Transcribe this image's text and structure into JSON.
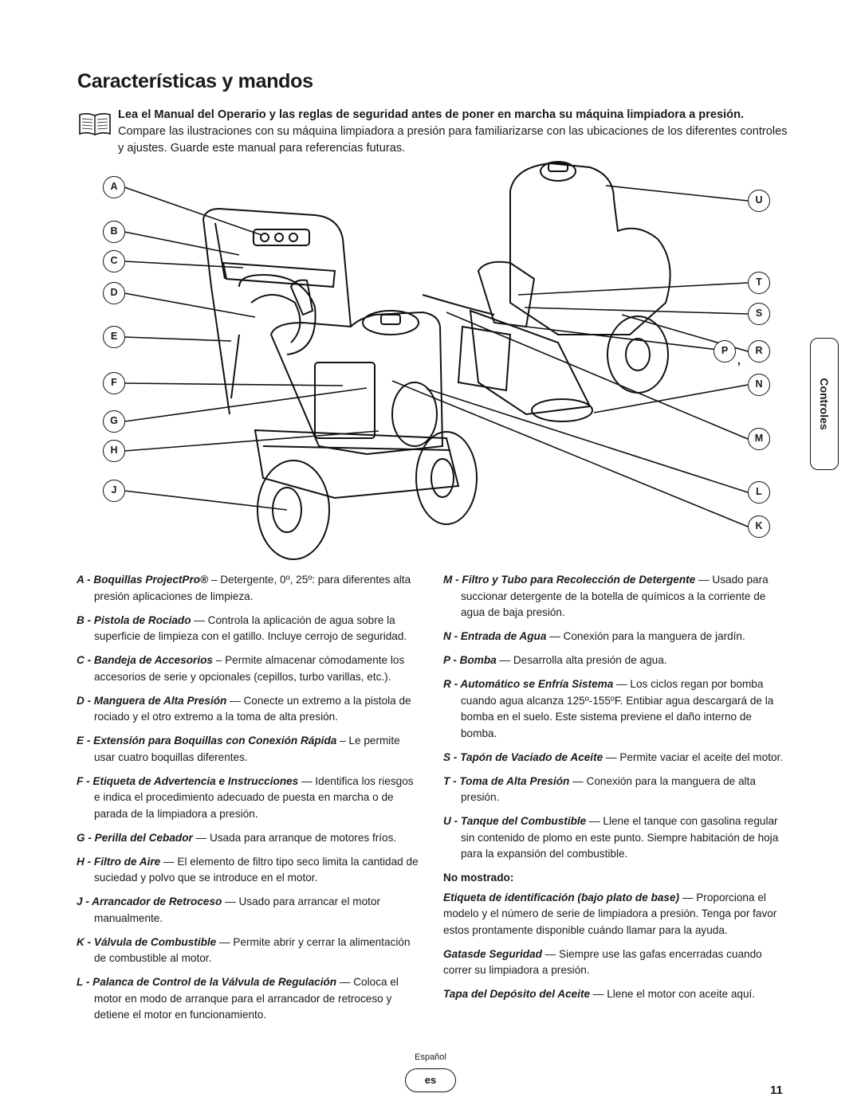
{
  "page": {
    "title": "Características y mandos",
    "intro_bold": "Lea el Manual del Operario y las reglas de seguridad antes de poner en marcha su máquina limpiadora a presión.",
    "intro_text": " Compare las ilustraciones con su máquina limpiadora a presión para familiarizarse con las ubicaciones de los diferentes controles y ajustes. Guarde este manual para referencias futuras.",
    "side_tab": "Controles"
  },
  "callouts": {
    "left": [
      "A",
      "B",
      "C",
      "D",
      "E",
      "F",
      "G",
      "H",
      "J"
    ],
    "right": [
      "U",
      "T",
      "S",
      "P",
      "R",
      "N",
      "M",
      "L",
      "K"
    ],
    "pr_separator": ","
  },
  "descriptions_left": [
    {
      "term": "A - Boquillas ProjectPro®",
      "text": " – Detergente, 0º, 25º: para diferentes alta presión aplicaciones de limpieza."
    },
    {
      "term": "B - Pistola de Rociado",
      "text": " — Controla la aplicación de agua sobre la superficie de limpieza con el gatillo. Incluye cerrojo de seguridad."
    },
    {
      "term": "C - Bandeja de Accesorios",
      "text": " – Permite almacenar cómodamente los accesorios de serie y opcionales (cepillos, turbo varillas, etc.)."
    },
    {
      "term": "D - Manguera de Alta Presión",
      "text": " — Conecte un extremo a la pistola de rociado y el otro extremo a la toma de alta presión."
    },
    {
      "term": "E - Extensión para Boquillas con Conexión Rápida",
      "text": " – Le permite usar cuatro boquillas diferentes."
    },
    {
      "term": "F - Etiqueta de Advertencia e Instrucciones",
      "text": " — Identifica los riesgos e indica el procedimiento adecuado de puesta en marcha o de parada de la limpiadora a presión."
    },
    {
      "term": "G - Perilla del Cebador",
      "text": " — Usada para arranque de motores fríos."
    },
    {
      "term": "H - Filtro de Aire",
      "text": " — El elemento de filtro tipo seco limita la cantidad de suciedad y polvo que se introduce en el motor."
    },
    {
      "term": "J - Arrancador de Retroceso",
      "text": " — Usado para arrancar el motor manualmente."
    },
    {
      "term": "K - Válvula de Combustible",
      "text": " — Permite abrir y cerrar la alimentación de combustible al motor."
    },
    {
      "term": "L - Palanca de Control de la Válvula de Regulación",
      "text": " — Coloca el motor en modo de arranque para el arrancador de retroceso y detiene el motor en funcionamiento."
    }
  ],
  "descriptions_right": [
    {
      "term": "M - Filtro y Tubo para Recolección de Detergente",
      "text": " — Usado para succionar detergente de la botella de químicos a la corriente de agua de baja presión."
    },
    {
      "term": "N - Entrada de Agua",
      "text": " — Conexión para la manguera de jardín."
    },
    {
      "term": "P - Bomba",
      "text": " — Desarrolla alta presión de agua."
    },
    {
      "term": "R - Automático se Enfría Sistema",
      "text": " — Los ciclos regan por bomba cuando agua alcanza 125º-155ºF. Entibiar agua descargará de la bomba en el suelo. Este sistema previene el daño interno de bomba."
    },
    {
      "term": "S - Tapón de Vaciado de Aceite",
      "text": " — Permite vaciar el aceite del motor."
    },
    {
      "term": "T - Toma de Alta Presión",
      "text": " — Conexión para la manguera de alta presión."
    },
    {
      "term": "U - Tanque del Combustible",
      "text": " — Llene el tanque con gasolina regular sin contenido de plomo en este punto. Siempre habitación de hoja para la expansión del combustible."
    }
  ],
  "not_shown": {
    "heading": "No mostrado:",
    "items": [
      {
        "term": "Etiqueta de identificación (bajo plato de base)",
        "text": " — Proporciona el modelo y el número de serie de limpiadora a presión. Tenga por favor estos prontamente disponible cuándo llamar para la ayuda."
      },
      {
        "term": "Gatasde Seguridad",
        "text": " — Siempre use las gafas encerradas cuando correr su limpiadora a presión."
      },
      {
        "term": "Tapa del Depósito del Aceite",
        "text": " — Llene el motor con aceite aquí."
      }
    ]
  },
  "footer": {
    "language": "Español",
    "lang_code": "es",
    "page_number": "11"
  }
}
